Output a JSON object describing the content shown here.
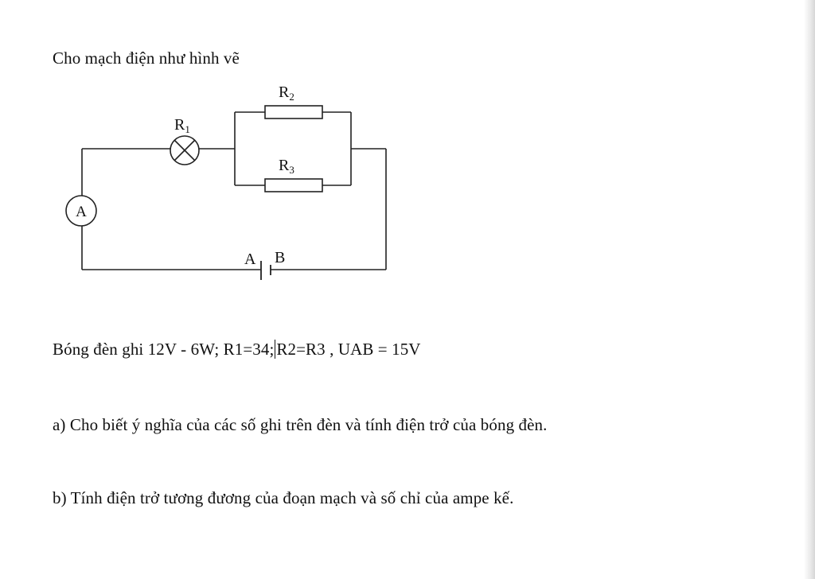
{
  "intro": "Cho mạch điện như hình vẽ",
  "circuit": {
    "labels": {
      "r1": "R",
      "r1_sub": "1",
      "r2": "R",
      "r2_sub": "2",
      "r3": "R",
      "r3_sub": "3",
      "ammeter": "A",
      "node_a": "A",
      "node_b": "B"
    }
  },
  "given": {
    "part1": "Bóng đèn ghi 12V - 6W; R1=34;",
    "part2": "R2=R3 , UAB = 15V"
  },
  "questions": {
    "a": "a) Cho biết ý nghĩa của các số ghi trên đèn và tính điện trở của bóng đèn.",
    "b": "b) Tính điện trở tương đương của đoạn mạch và số chỉ của ampe kế."
  }
}
